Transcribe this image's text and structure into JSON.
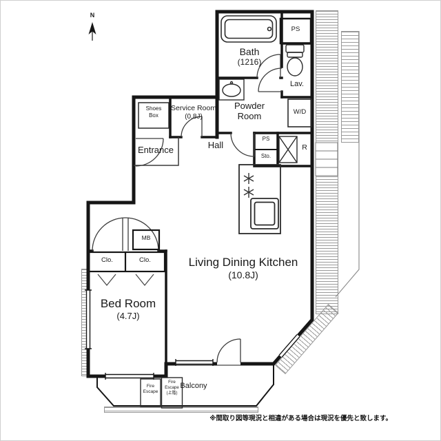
{
  "colors": {
    "wall": "#161616",
    "hatch": "#9a9a9a",
    "background": "#ffffff",
    "fixture": "#2a2a2a"
  },
  "compass": {
    "label": "N"
  },
  "rooms": {
    "bath": {
      "name": "Bath",
      "size": "(1216)"
    },
    "lavatory": {
      "name": "Lav."
    },
    "powder_room": {
      "line1": "Powder",
      "line2": "Room"
    },
    "service_room": {
      "name": "Service Room",
      "size": "(0.8J)"
    },
    "shoes_box": {
      "line1": "Shoes",
      "line2": "Box"
    },
    "entrance": {
      "name": "Entrance"
    },
    "hall": {
      "name": "Hall"
    },
    "ldk": {
      "name": "Living Dining Kitchen",
      "size": "(10.8J)"
    },
    "bedroom": {
      "name": "Bed Room",
      "size": "(4.7J)"
    },
    "balcony": {
      "name": "Balcony"
    }
  },
  "labels": {
    "washer_dryer": "W/D",
    "ps_upper": "PS",
    "ps_lower": "PS",
    "storage": "Sto.",
    "refrigerator": "R",
    "meter_box": "MB",
    "closet_left": "Clo.",
    "closet_right": "Clo."
  },
  "fire_escape": {
    "line1": "Fire",
    "line2": "Escape"
  },
  "fire_escape_upper": {
    "line1": "Fire",
    "line2": "Escape",
    "line3": "(上階)"
  },
  "footnote": "※間取り図等現況と相違がある場合は現況を優先と致します。"
}
